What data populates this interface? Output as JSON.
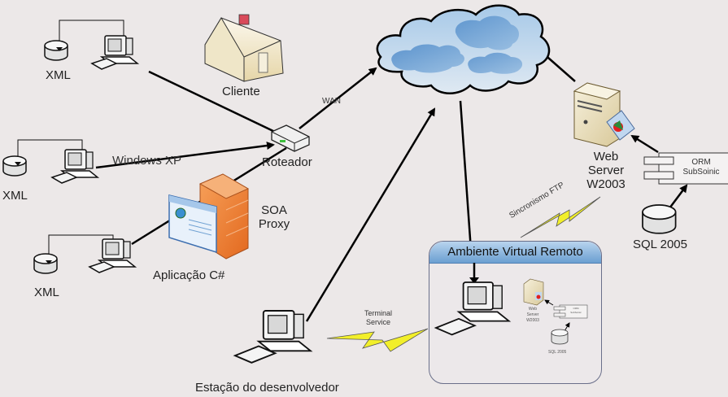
{
  "diagram": {
    "nodes": {
      "xml1": "XML",
      "xml2": "XML",
      "xml3": "XML",
      "windows_xp": "Windows XP",
      "cliente": "Cliente",
      "roteador": "Roteador",
      "soa_proxy": [
        "SOA",
        "Proxy"
      ],
      "aplicacao": "Aplicação C#",
      "estacao": "Estação do desenvolvedor",
      "web_server": [
        "Web",
        "Server",
        "W2003"
      ],
      "orm": [
        "ORM",
        "SubSoinic"
      ],
      "sql": "SQL 2005"
    },
    "links": {
      "wan": "WAN",
      "terminal_service": [
        "Terminal",
        "Service"
      ],
      "sincronismo_ftp": "Sincronismo FTP"
    },
    "virtual_env": {
      "title": "Ambiente Virtual Remoto",
      "web_server": [
        "Web",
        "Server",
        "W2003"
      ],
      "orm": [
        "ORM",
        "SubSoinic"
      ],
      "sql": "SQL 2005"
    },
    "colors": {
      "background": "#ece8e8",
      "cloud": "#7fb0dc",
      "firewall": "#f08a3c",
      "lightning": "#f2ef2a",
      "header_blue": "#6b9fd1"
    }
  }
}
